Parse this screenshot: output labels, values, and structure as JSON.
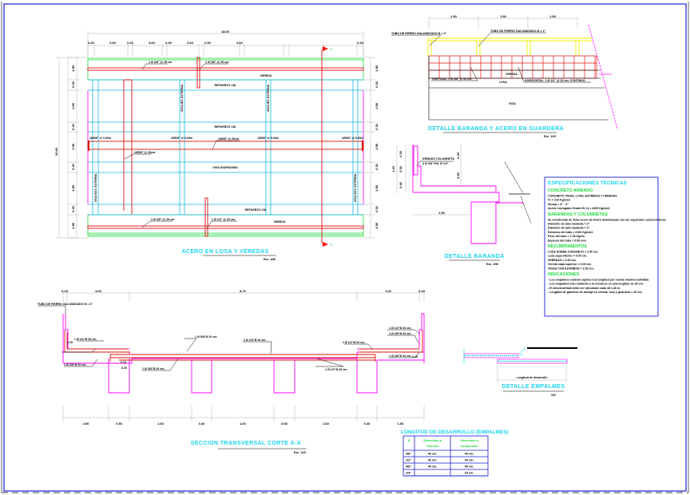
{
  "drawing": {
    "colors": {
      "frame": "#1a1ad6",
      "concrete": "#ff00ff",
      "rebar": "#e01010",
      "joist": "#15b6e6",
      "edge_slab": "#1ed93b",
      "railing": "#f0f000",
      "dimension": "#b0b0b0",
      "title_text": "#19d3f0",
      "section_marker": "#ff0000"
    }
  },
  "plan": {
    "title": "ACERO EN LOSA Y VEREDAS",
    "scale": "Esc. 1/50",
    "overall_dim": "18.00",
    "top_dims": [
      "0.40",
      "3.60",
      "0.30",
      "3.60",
      "0.30",
      "3.60",
      "0.30",
      "3.60",
      "0.40"
    ],
    "left_dims": [
      "1.95",
      "0.30",
      "1.95",
      "0.30",
      "1.95",
      "0.30",
      "1.95",
      "0.30",
      "1.95"
    ],
    "left_total": "10.60",
    "labels": {
      "vereda_top": "VEREDA",
      "vereda_bottom": "VEREDA",
      "rev_via_1": "REFUERZO VIA",
      "rev_via_2": "REFUERZO VIA",
      "rev_via_3": "REFUERZO VIA",
      "viga_central": "VIGA DIAFRAGMA",
      "viga_int_1": "VIGA INT. EXTERNA",
      "viga_int_2": "VIGA INT. EXTERNA",
      "viga_ext_left": "VIGA EXT. EXTERNA",
      "viga_ext_right": "VIGA EXT. EXTERNA"
    },
    "rebar_labels": {
      "top_left": "1 Ø 3/8\" @ 25 cm.",
      "top_right": "1 Ø 3/8\" @ 25 cm.",
      "mid": "1Ø5/8\" @ 20cm.",
      "vertical": "1Ø5/8\" @ 20cm.",
      "bottom_left": "1 Ø 3/8\" @ 25 cm.",
      "bottom_right": "1 Ø 1/2\" @ 20 cm.",
      "short_1": "1Ø5/8\" @ 0.60m",
      "short_2": "1Ø5/8\" @ 0.60m",
      "short_3": "1Ø5/8\" @ 0.60m",
      "short_4": "1Ø5/8\" @ 0.60m"
    },
    "section_marker": "A"
  },
  "railing_detail": {
    "title": "DETALLE BARANDA Y ACERO EN GUARDERA",
    "scale": "Esc. 1/25",
    "dims": [
      "1.50",
      "1.50",
      "1.50"
    ],
    "labels": {
      "tube_left": "TUBO DE FIERRO GALVANIZADO Ø = 2\"",
      "tube_right": "TUBO DE FIERRO GALVANIZADO Ø = 2\"",
      "vertical": "VERTICAL: 1 Ø 3/8\" @ 20 cm.",
      "horizontal": "HORIZONTAL: 1 Ø 1/2\" @ 15 cm. CONTINUO",
      "vereda": "VEREDA",
      "losa": "LOSA",
      "viga": "VIGA"
    }
  },
  "baranda_detail": {
    "title": "DETALLE BARANDA",
    "scale": "Esc. 1/50",
    "dims": [
      "0.30",
      "0.30",
      "0.40",
      "0.25",
      "1.15",
      "0.25",
      "0.60",
      "1.50"
    ],
    "column_label": "ARMADO COLUMNETA",
    "column_rebar": "4 Ø 3/8\" Est. Ø 1/4\""
  },
  "specs": {
    "title": "ESPECIFICACIONES TECNICAS",
    "sections": [
      {
        "heading": "CONCRETO ARMADO",
        "lines": [
          "CONCRETO VIGAS, LOSA, ESTRIBOS Y VEREDAS",
          "f'c = 210 Kg/cm2",
          "Slump = 3\" - 4\"",
          "Acero Corrugado Grado 60, fy = 4200 Kg/cm2."
        ]
      },
      {
        "heading": "BARANDAS Y COLUMNETAS",
        "lines": [
          "Se construirán de Tubo acero de Fierro Galvanizado con las siguientes características:",
          "Diámetro de tubo baranda = 2\"",
          "Diámetro de tubo baranda = 2\"",
          "Esfuerzo del tubo = 2100 Kg/cm2.",
          "Peso del tubo = 7.40 Kg/ml.",
          "Espesor del tubo = 0.00 mm."
        ]
      },
      {
        "heading": "RECUBRIMIENTOS",
        "lines": [
          "LOSA SOBRE CONCRETO = 2.50 cm.",
          "Losa capa inferior = 0.00 cm.",
          "VEREDAS = 2.50 cm.",
          "Vereda capa superior = 0.00 cm.",
          "VIGAS CON ESTRIBOS = 2.50 cm."
        ]
      },
      {
        "heading": "INDICACIONES",
        "lines": [
          "- Los empalmes estarán sujetos a la longitud por resiste máxima admitida",
          "- Los empalmes irán variando a lo cercanos en una longitud de 30 cm.",
          "- El desencofrado debe ser ejecutado cada 48 1.40 m.",
          "- Longitud de ganchos de anclaje en vereda, losa y guardera = 20 cm."
        ]
      }
    ]
  },
  "cross_section": {
    "title": "SECCION TRANSVERSAL CORTE A-A",
    "scale": "Esc. 1/25",
    "top_dims": [
      "0.15",
      "4.00",
      "8.70",
      "1.00",
      "0.15"
    ],
    "bottom_dims": [
      "4.00",
      "0.50",
      "1.60",
      "0.40",
      "1.60",
      "0.50",
      "1.60",
      "0.40",
      "1.00"
    ],
    "labels": {
      "tube": "TUBO DE FIERRO GALVANIZADO Ø = 2\"",
      "left_top": "1 Ø 1/2\"Ø 20 cm.",
      "left_bottom": "1 Ø 3/8\"Ø 20 cm.",
      "center_top_1": "1 Ø 5/8\"Ø 20 cm.",
      "center_top_2": "1 Ø 1/2\"Ø 20 cm.",
      "center_bottom_1": "1 Ø 3/8\"Ø 20 cm.",
      "center_bottom_2": "1 Ø 1/2\"Ø 20 cm.",
      "right_1": "1 Ø 1/2\"Ø 20 cm.",
      "right_2": "1 Ø 1/2\"Ø 20 cm.",
      "right_3": "1 Ø 3/8\"Ø 20 cm.",
      "right_4": "1 Ø 3/8\"Ø 20 cm.",
      "small_1": "0.25",
      "small_2": "0.20",
      "small_3": "0.20",
      "small_4": "0.25"
    }
  },
  "splice_detail": {
    "title": "DETALLE EMPALMES",
    "scale": "S/E",
    "label": "Longitud de desarrollo"
  },
  "splice_table": {
    "title": "LONGITUD DE DESARROLLO (EMPALMES)",
    "headers": [
      "Ø",
      "Elementos a Tracción",
      "Elementos a Compresión"
    ],
    "rows": [
      [
        "3/8\"",
        "40 cm.",
        "40 cm."
      ],
      [
        "1/2\"",
        "30 cm.",
        "30 cm."
      ],
      [
        "5/8\"",
        "45 cm.",
        "45 cm."
      ],
      [
        "1/4\"",
        "",
        "15 cm."
      ]
    ]
  }
}
